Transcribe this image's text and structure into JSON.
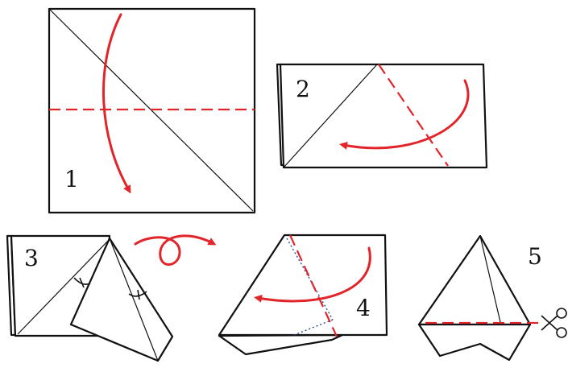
{
  "colors": {
    "fold_line": "#e1252a",
    "arrow": "#e1252a",
    "outline": "#111111",
    "hidden_line": "#1c3f8f"
  },
  "steps": [
    {
      "number": "1"
    },
    {
      "number": "2"
    },
    {
      "number": "3"
    },
    {
      "number": "4"
    },
    {
      "number": "5"
    }
  ],
  "icons": [
    "scissors-icon",
    "loop-arrow-icon"
  ]
}
